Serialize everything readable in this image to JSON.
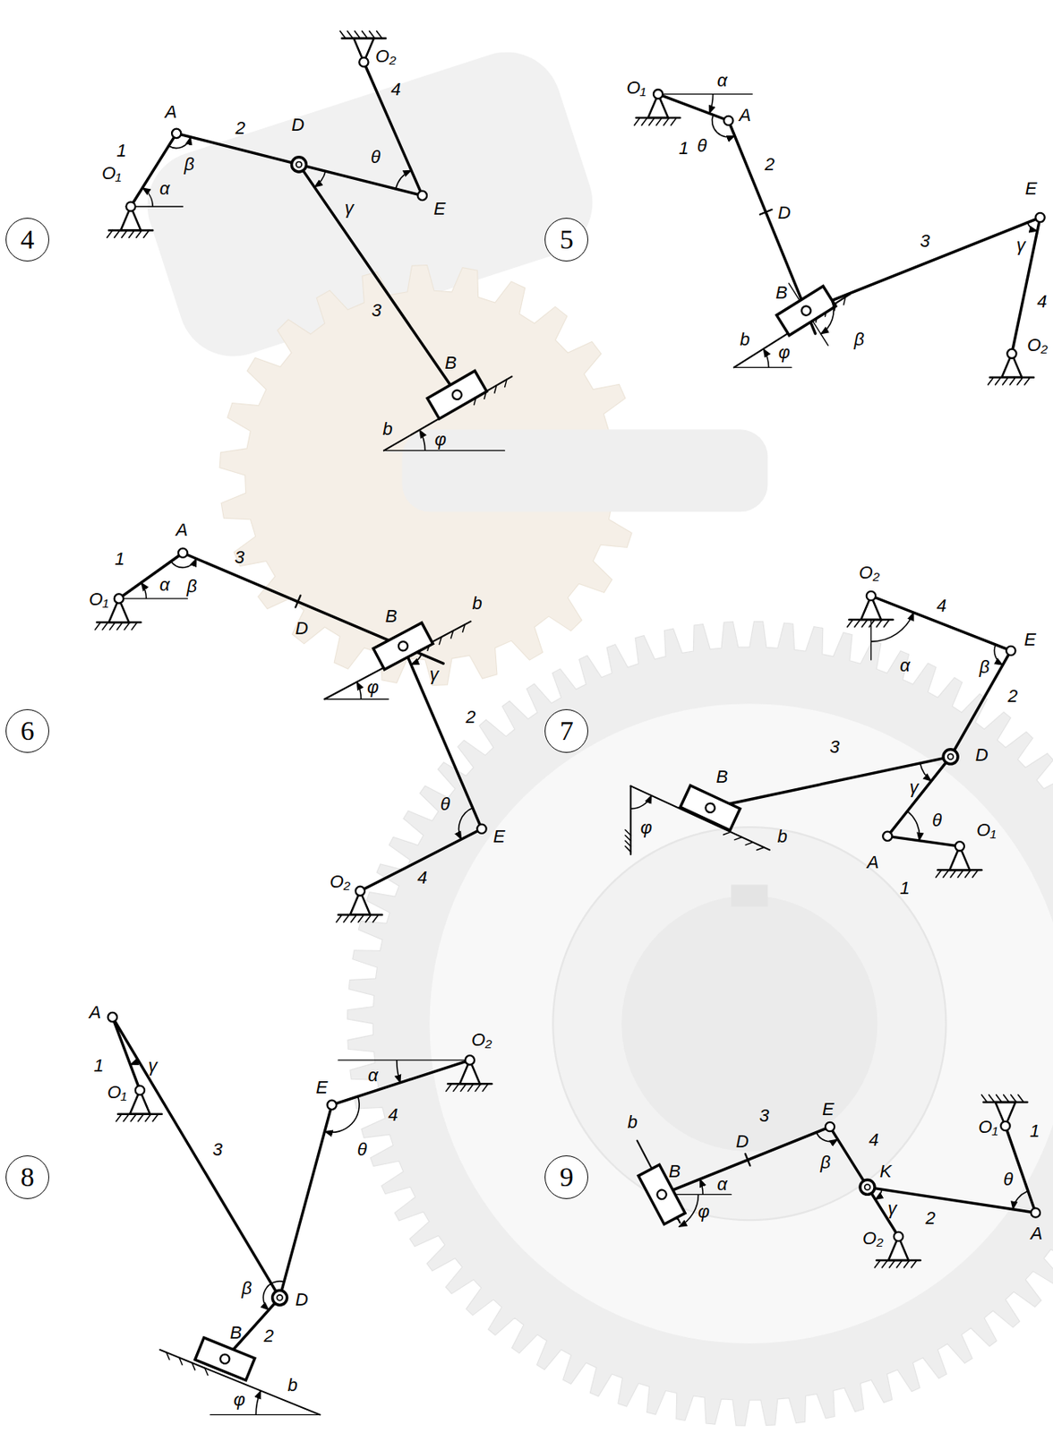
{
  "diagram": {
    "nodes": [
      {
        "text": [
          "4"
        ]
      },
      {
        "text": [
          "5"
        ]
      },
      {
        "text": [
          "6"
        ]
      },
      {
        "text": [
          "7"
        ]
      },
      {
        "text": [
          "8"
        ]
      },
      {
        "text": [
          "9"
        ]
      }
    ],
    "labels": [
      "A",
      "1",
      "2",
      "D",
      "O₂",
      "4",
      "θ",
      "E",
      "β",
      "O₁",
      "α",
      "γ",
      "3",
      "B",
      "b",
      "φ",
      "O₁",
      "α",
      "A",
      "1",
      "θ",
      "2",
      "D",
      "E",
      "3",
      "γ",
      "4",
      "O₂",
      "B",
      "β",
      "b",
      "φ",
      "A",
      "1",
      "α",
      "β",
      "3",
      "O₁",
      "D",
      "B",
      "b",
      "φ",
      "γ",
      "2",
      "θ",
      "E",
      "4",
      "O₂",
      "O₂",
      "4",
      "α",
      "E",
      "β",
      "2",
      "3",
      "D",
      "γ",
      "θ",
      "O₁",
      "A",
      "1",
      "B",
      "φ",
      "b",
      "A",
      "1",
      "γ",
      "O₁",
      "3",
      "E",
      "α",
      "4",
      "O₂",
      "θ",
      "β",
      "D",
      "2",
      "B",
      "φ",
      "b",
      "b",
      "B",
      "α",
      "φ",
      "D",
      "3",
      "E",
      "β",
      "4",
      "K",
      "γ",
      "2",
      "O₂",
      "O₁",
      "1",
      "θ",
      "A"
    ]
  }
}
